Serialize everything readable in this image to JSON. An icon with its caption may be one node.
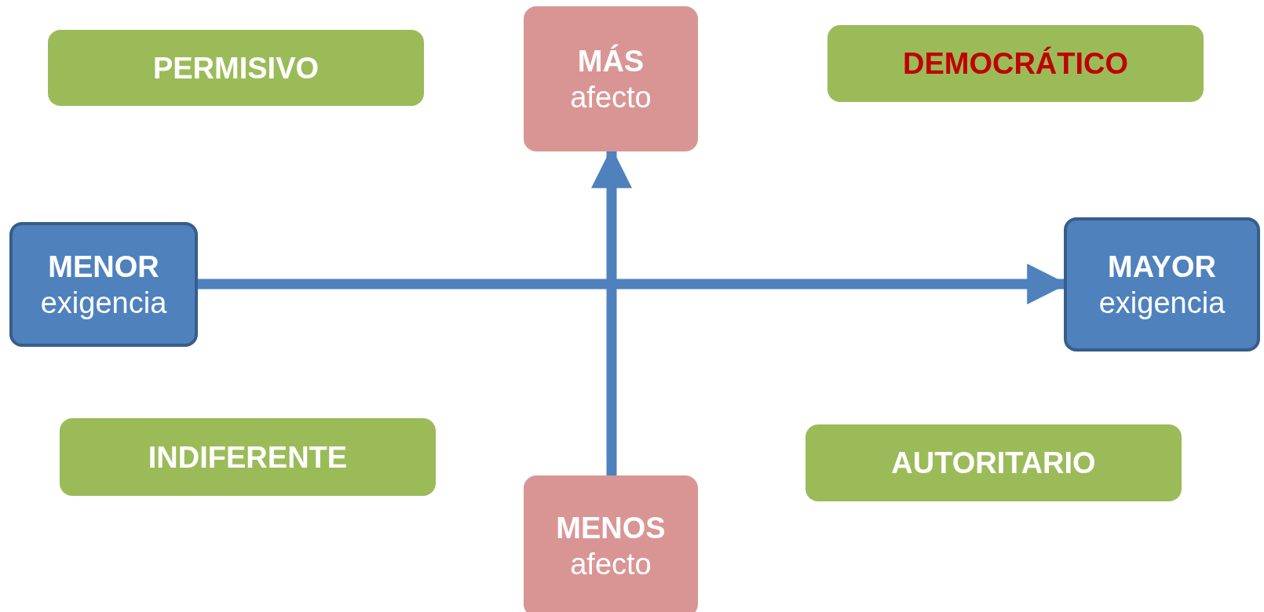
{
  "diagram": {
    "nodes": [
      {
        "text": [
          "PERMISIVO"
        ]
      },
      {
        "text": [
          "MÁS",
          "afecto"
        ]
      },
      {
        "text": [
          "DEMOCRÁTICO"
        ]
      },
      {
        "text": [
          "MENOR",
          "exigencia"
        ]
      },
      {
        "text": [
          "MAYOR",
          "exigencia"
        ]
      },
      {
        "text": [
          "INDIFERENTE"
        ]
      },
      {
        "text": [
          "AUTORITARIO"
        ]
      },
      {
        "text": [
          "MENOS",
          "afecto"
        ]
      }
    ],
    "edges": [
      {
        "from": 3,
        "to": 4,
        "arrow": "to"
      },
      {
        "from": 7,
        "to": 1,
        "arrow": "to"
      }
    ]
  }
}
